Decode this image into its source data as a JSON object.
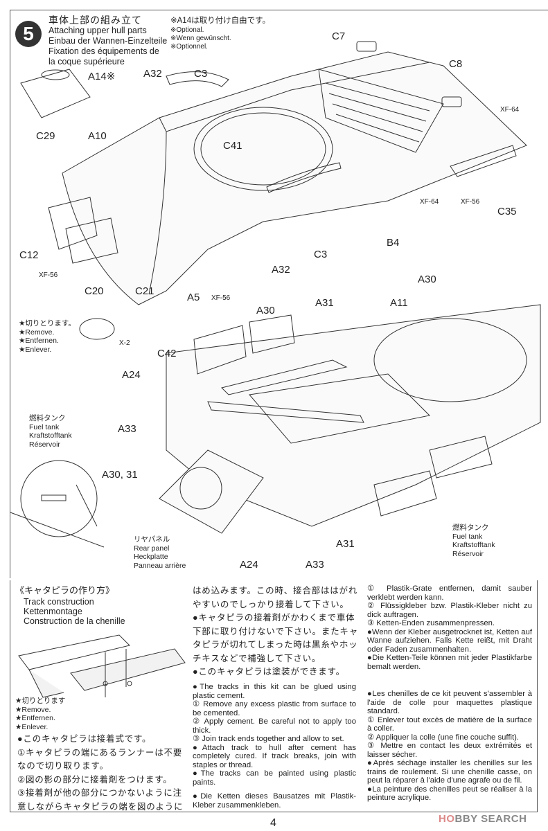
{
  "step": {
    "number": "5",
    "title_jp": "車体上部の組み立て",
    "title_en": "Attaching upper hull parts",
    "title_de": "Einbau der Wannen-Einzelteile",
    "title_fr_1": "Fixation des équipements de",
    "title_fr_2": "la coque supérieure"
  },
  "optional_note": {
    "jp": "※A14は取り付け自由です。",
    "en": "※Optional.",
    "de": "※Wenn gewünscht.",
    "fr": "※Optionnel."
  },
  "part_labels": [
    "A14※",
    "A32",
    "C3",
    "C7",
    "C8",
    "XF-64",
    "C29",
    "A10",
    "C41",
    "XF-64",
    "XF-56",
    "C35",
    "B4",
    "C12",
    "XF-56",
    "C3",
    "A32",
    "A30",
    "C20",
    "C21",
    "A5",
    "XF-56",
    "A30",
    "A31",
    "A11",
    "X-2",
    "C42",
    "A24",
    "A33",
    "A30, 31",
    "A24",
    "A33",
    "A31"
  ],
  "remove_note": {
    "jp": "★切りとります。",
    "en": "★Remove.",
    "de": "★Entfernen.",
    "fr": "★Enlever."
  },
  "fuel_tank_left": {
    "jp": "燃料タンク",
    "en": "Fuel tank",
    "de": "Kraftstofftank",
    "fr": "Réservoir"
  },
  "fuel_tank_right": {
    "jp": "燃料タンク",
    "en": "Fuel tank",
    "de": "Kraftstofftank",
    "fr": "Réservoir"
  },
  "rear_panel": {
    "jp": "リヤパネル",
    "en": "Rear panel",
    "de": "Heckplatte",
    "fr": "Panneau arrière"
  },
  "track": {
    "title_jp": "《キャタピラの作り方》",
    "title_en": "Track construction",
    "title_de": "Kettenmontage",
    "title_fr": "Construction de la chenille",
    "remove_note": {
      "jp": "★切りとります",
      "en": "★Remove.",
      "de": "★Entfernen.",
      "fr": "★Enlever."
    },
    "jp_left": [
      "●このキャタピラは接着式です。",
      "①キャタピラの端にあるランナーは不要",
      "なので切り取ります。",
      "②図の影の部分に接着剤をつけます。",
      "③接着剤が他の部分につかないように注",
      "意しながらキャタピラの端を図のように"
    ],
    "jp_mid": [
      "はめ込みます。この時、接合部ははがれ",
      "やすいのでしっかり接着して下さい。",
      "●キャタピラの接着剤がかわくまで車体",
      "下部に取り付けないで下さい。またキャ",
      "タピラが切れてしまった時は黒糸やホッ",
      "チキスなどで補強して下さい。",
      "●このキャタピラは塗装ができます。"
    ],
    "en": [
      "●The tracks in this kit can be glued using plastic cement.",
      "① Remove any excess plastic from surface to be cemented.",
      "② Apply cement. Be careful not to apply too thick.",
      "③ Join track ends together and allow to set.",
      "●Attach track to hull after cement has completely cured. If track breaks, join with staples or thread.",
      "●The tracks can be painted using plastic paints."
    ],
    "de_intro": "●Die Ketten dieses Bausatzes mit Plastik-Kleber zusammenkleben.",
    "de": [
      "① Plastik-Grate entfernen, damit sauber verklebt werden kann.",
      "② Flüssigkleber bzw. Plastik-Kleber nicht zu dick auftragen.",
      "③ Ketten-Enden zusammenpressen.",
      "●Wenn der Kleber ausgetrocknet ist, Ketten auf Wanne aufziehen. Falls Kette reißt, mit Draht oder Faden zusammenhalten.",
      "●Die Ketten-Teile können mit jeder Plastikfarbe bemalt werden."
    ],
    "fr": [
      "●Les chenilles de ce kit peuvent s'assembler à l'aide de colle pour maquettes plastique standard.",
      "① Enlever tout excès de matière de la surface à coller.",
      "② Appliquer la colle (une fine couche suffit).",
      "③ Mettre en contact les deux extrémités et laisser sécher.",
      "●Après séchage installer les chenilles sur les trains de roulement. Si une chenille casse, on peut la réparer à l'aide d'une agrafe ou de fil.",
      "●La peinture des chenilles peut se réaliser à la peinture acrylique."
    ]
  },
  "page_number": "4",
  "watermark": {
    "prefix": "HO",
    "rest": "BBY SEARCH"
  }
}
